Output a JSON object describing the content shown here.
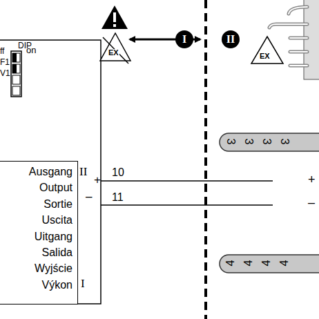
{
  "diagram": {
    "nodes": [
      {
        "text": [
          "Ausgang Output Sortie Uscita Uitgang Salida Wyjście Výkon"
        ]
      }
    ],
    "labels": [
      "ff",
      "DIP",
      "on",
      "F1",
      "V1",
      "II",
      "+",
      "10",
      "–",
      "11",
      "I",
      "EX",
      "I",
      "II",
      "EX",
      "3",
      "3",
      "3",
      "3",
      "4",
      "4",
      "4",
      "4",
      "+",
      "–"
    ]
  }
}
